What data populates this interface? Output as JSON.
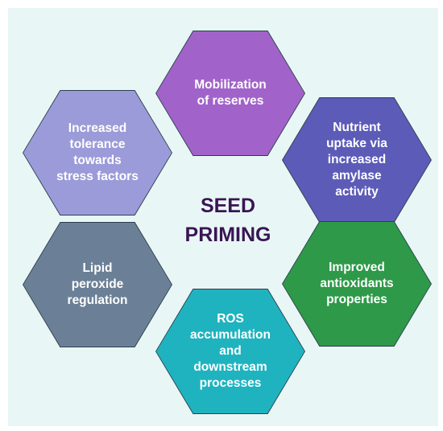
{
  "diagram": {
    "center_title": "SEED\nPRIMING",
    "center_color": "#3a1554",
    "hexagons": [
      {
        "id": "mobilization",
        "label": "Mobilization\nof reserves",
        "color": "#a163c9"
      },
      {
        "id": "nutrient",
        "label": "Nutrient\nuptake via\nincreased\namylase\nactivity",
        "color": "#5c5bb8"
      },
      {
        "id": "antioxidants",
        "label": "Improved\nantioxidants\nproperties",
        "color": "#2e9948"
      },
      {
        "id": "ros",
        "label": "ROS\naccumulation\nand\ndownstream\nprocesses",
        "color": "#1fb3bf"
      },
      {
        "id": "lipid",
        "label": "Lipid\nperoxide\nregulation",
        "color": "#6b8096"
      },
      {
        "id": "tolerance",
        "label": "Increased\ntolerance\ntowards\nstress factors",
        "color": "#9b9bd9"
      }
    ]
  }
}
